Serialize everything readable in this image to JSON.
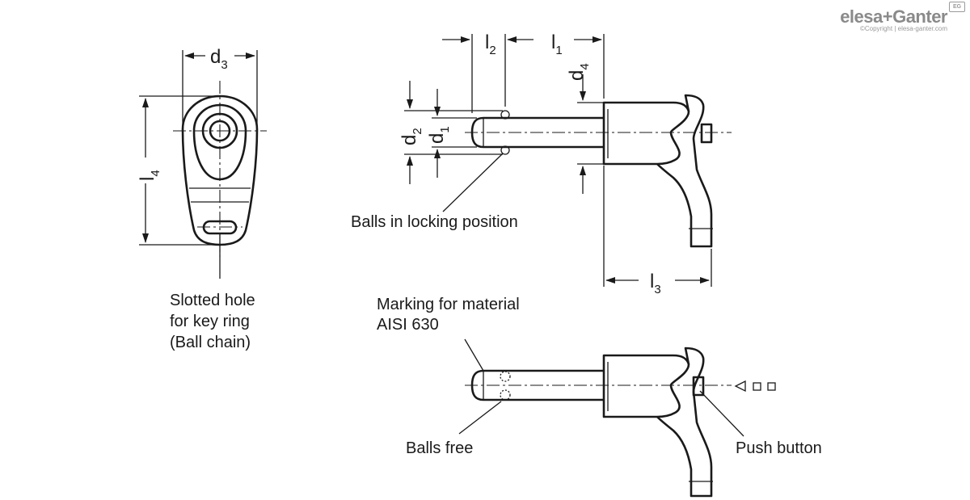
{
  "logo": {
    "text": "elesa+Ganter",
    "copyright": "©Copyright | elesa-ganter.com",
    "badge": "EG"
  },
  "dimensions": {
    "d3": {
      "main": "d",
      "sub": "3"
    },
    "l4": {
      "main": "l",
      "sub": "4"
    },
    "l2": {
      "main": "l",
      "sub": "2"
    },
    "l1": {
      "main": "l",
      "sub": "1"
    },
    "d4": {
      "main": "d",
      "sub": "4"
    },
    "d2": {
      "main": "d",
      "sub": "2"
    },
    "d1": {
      "main": "d",
      "sub": "1"
    },
    "l3": {
      "main": "l",
      "sub": "3"
    }
  },
  "labels": {
    "slotted_hole": [
      "Slotted hole",
      "for key ring",
      "(Ball chain)"
    ],
    "balls_locking": "Balls in locking position",
    "marking": [
      "Marking for material",
      "AISI 630"
    ],
    "balls_free": "Balls free",
    "push_button": "Push button"
  }
}
